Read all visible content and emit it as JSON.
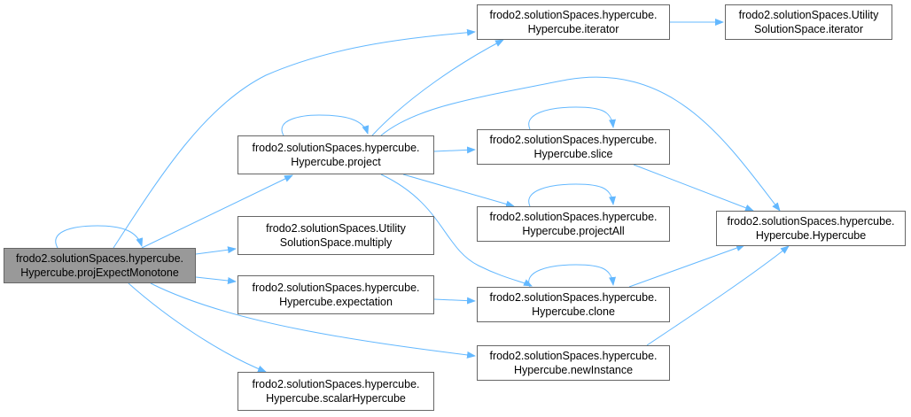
{
  "colors": {
    "edge": "#63b8ff",
    "root_fill": "#999999",
    "node_border": "#666666"
  },
  "nodes": {
    "root": {
      "l1": "frodo2.solutionSpaces.hypercube.",
      "l2": "Hypercube.projExpectMonotone"
    },
    "project": {
      "l1": "frodo2.solutionSpaces.hypercube.",
      "l2": "Hypercube.project"
    },
    "multiply": {
      "l1": "frodo2.solutionSpaces.Utility",
      "l2": "SolutionSpace.multiply"
    },
    "expectation": {
      "l1": "frodo2.solutionSpaces.hypercube.",
      "l2": "Hypercube.expectation"
    },
    "scalar": {
      "l1": "frodo2.solutionSpaces.hypercube.",
      "l2": "Hypercube.scalarHypercube"
    },
    "iterator": {
      "l1": "frodo2.solutionSpaces.hypercube.",
      "l2": "Hypercube.iterator"
    },
    "uss_iterator": {
      "l1": "frodo2.solutionSpaces.Utility",
      "l2": "SolutionSpace.iterator"
    },
    "slice": {
      "l1": "frodo2.solutionSpaces.hypercube.",
      "l2": "Hypercube.slice"
    },
    "projectAll": {
      "l1": "frodo2.solutionSpaces.hypercube.",
      "l2": "Hypercube.projectAll"
    },
    "clone": {
      "l1": "frodo2.solutionSpaces.hypercube.",
      "l2": "Hypercube.clone"
    },
    "newInstance": {
      "l1": "frodo2.solutionSpaces.hypercube.",
      "l2": "Hypercube.newInstance"
    },
    "ctor": {
      "l1": "frodo2.solutionSpaces.hypercube.",
      "l2": "Hypercube.Hypercube"
    }
  }
}
